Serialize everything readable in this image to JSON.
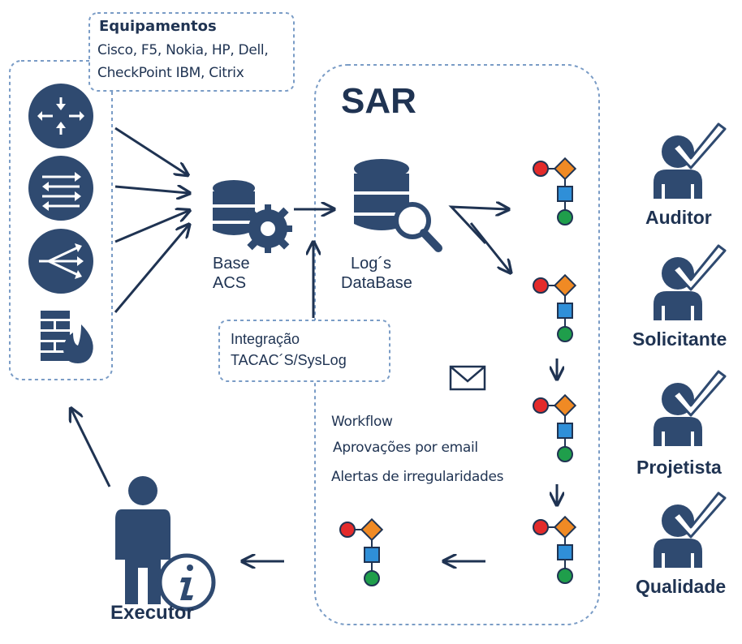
{
  "equipment": {
    "title": "Equipamentos",
    "line1": "Cisco, F5, Nokia, HP, Dell,",
    "line2": "CheckPoint IBM, Citrix"
  },
  "sar": {
    "title": "SAR"
  },
  "nodes": {
    "base": "Base",
    "acs": "ACS",
    "logs": "Log´s",
    "database": "DataBase"
  },
  "integration": {
    "line1": "Integração",
    "line2": "TACAC´S/SysLog"
  },
  "features": [
    "Workflow",
    "Aprovações por email",
    "Alertas de irregularidades"
  ],
  "roles": [
    "Auditor",
    "Solicitante",
    "Projetista",
    "Qualidade"
  ],
  "executor": "Executor",
  "icons": [
    "router-icon",
    "switch-icon",
    "load-balancer-icon",
    "firewall-icon",
    "database-gear-icon",
    "database-search-icon",
    "workflow-icon",
    "envelope-icon",
    "person-check-icon",
    "person-info-icon"
  ],
  "colors": {
    "primary": "#2f4a70",
    "text": "#1f3352",
    "dashed_border": "#7a9cc6",
    "workflow_red": "#e32b2b",
    "workflow_orange": "#f08a24",
    "workflow_blue": "#2f8fd8",
    "workflow_green": "#1f9e4b"
  }
}
